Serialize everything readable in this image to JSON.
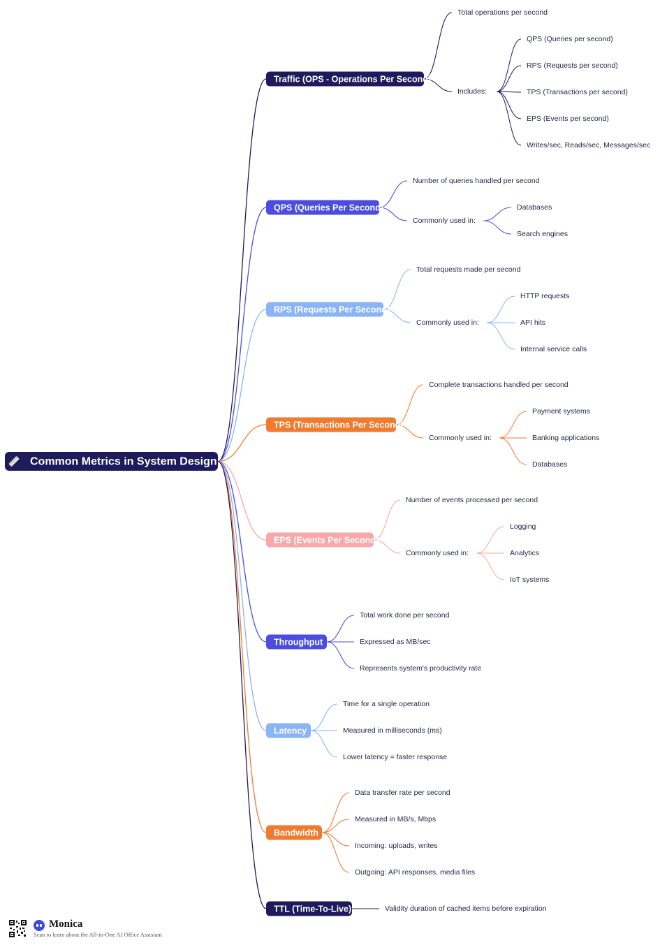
{
  "root": {
    "label": "Common Metrics in System Design",
    "icon": "ruler-icon"
  },
  "branches": [
    {
      "label": "Traffic (OPS - Operations Per Second)",
      "color": "#1e1a5c",
      "children": [
        {
          "label": "Total operations per second"
        },
        {
          "label": "Includes:",
          "children": [
            "QPS (Queries per second)",
            "RPS (Requests per second)",
            "TPS (Transactions per second)",
            "EPS (Events per second)",
            "Writes/sec, Reads/sec, Messages/sec"
          ]
        }
      ]
    },
    {
      "label": "QPS (Queries Per Second)",
      "color": "#4a4de0",
      "children": [
        {
          "label": "Number of queries handled per second"
        },
        {
          "label": "Commonly used in:",
          "children": [
            "Databases",
            "Search engines"
          ]
        }
      ]
    },
    {
      "label": "RPS (Requests Per Second)",
      "color": "#8ab4f5",
      "children": [
        {
          "label": "Total requests made per second"
        },
        {
          "label": "Commonly used in:",
          "children": [
            "HTTP requests",
            "API hits",
            "Internal service calls"
          ]
        }
      ]
    },
    {
      "label": "TPS (Transactions Per Second)",
      "color": "#f07a2e",
      "children": [
        {
          "label": "Complete transactions handled per second"
        },
        {
          "label": "Commonly used in:",
          "children": [
            "Payment systems",
            "Banking applications",
            "Databases"
          ]
        }
      ]
    },
    {
      "label": "EPS (Events Per Second)",
      "color": "#f7a8a8",
      "children": [
        {
          "label": "Number of events processed per second"
        },
        {
          "label": "Commonly used in:",
          "children": [
            "Logging",
            "Analytics",
            "IoT systems"
          ]
        }
      ]
    },
    {
      "label": "Throughput",
      "color": "#4a4de0",
      "children": [
        {
          "label": "Total work done per second"
        },
        {
          "label": "Expressed as MB/sec"
        },
        {
          "label": "Represents system's productivity rate"
        }
      ]
    },
    {
      "label": "Latency",
      "color": "#8ab4f5",
      "children": [
        {
          "label": "Time for a single operation"
        },
        {
          "label": "Measured in milliseconds (ms)"
        },
        {
          "label": "Lower latency = faster response"
        }
      ]
    },
    {
      "label": "Bandwidth",
      "color": "#f07a2e",
      "children": [
        {
          "label": "Data transfer rate per second"
        },
        {
          "label": "Measured in MB/s, Mbps"
        },
        {
          "label": "Incoming: uploads, writes"
        },
        {
          "label": "Outgoing: API responses, media files"
        }
      ]
    },
    {
      "label": "TTL (Time-To-Live)",
      "color": "#1e1a5c",
      "children": [
        {
          "label": "Validity duration of cached items before expiration"
        }
      ]
    }
  ],
  "footer": {
    "brand": "Monica",
    "tagline": "Scan to learn about the All-in-One AI Office Assistant",
    "qr_icon": "qr-code-icon",
    "logo_icon": "monica-logo-icon"
  }
}
